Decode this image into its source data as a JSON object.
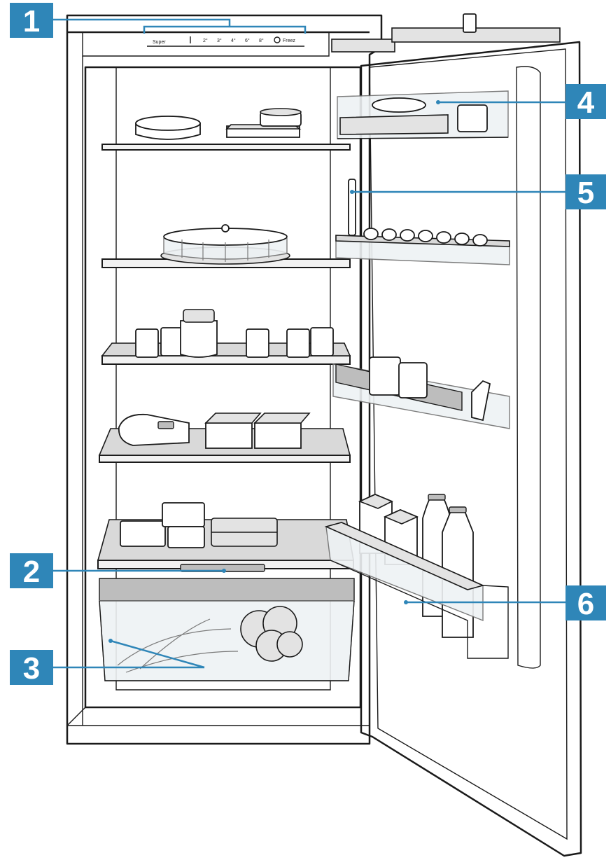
{
  "callouts": [
    {
      "id": "1",
      "label": "1"
    },
    {
      "id": "2",
      "label": "2"
    },
    {
      "id": "3",
      "label": "3"
    },
    {
      "id": "4",
      "label": "4"
    },
    {
      "id": "5",
      "label": "5"
    },
    {
      "id": "6",
      "label": "6"
    }
  ],
  "control_panel": {
    "left_label": "Super",
    "right_label": "Freez"
  },
  "colors": {
    "callout": "#2f86b8",
    "outline": "#1a1a1a"
  }
}
